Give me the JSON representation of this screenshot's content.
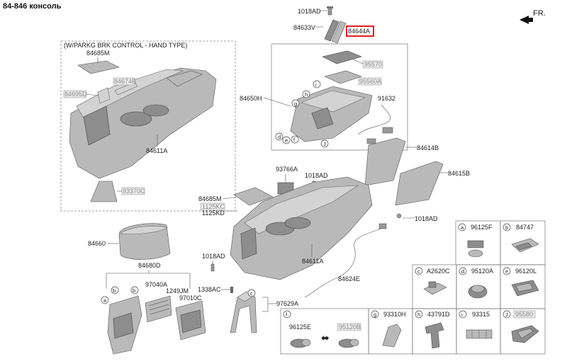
{
  "title": "84-846 консоль",
  "direction": "FR.",
  "hand_type_note": "(W/PARKG BRK CONTROL - HAND TYPE)",
  "labels": {
    "p1018AD": "1018AD",
    "p84633V": "84633V",
    "p84644A": "84644A",
    "p84685M": "84685M",
    "p84674B": "84674B",
    "p84695D": "84695D",
    "p84611A": "84611A",
    "p93370C": "93370C",
    "p95570": "95570",
    "p95560A": "95560A",
    "p84650H": "84650H",
    "p91632": "91632",
    "p84614B": "84614B",
    "p84615B": "84615B",
    "p93766A": "93766A",
    "p1018AD_b": "1018AD",
    "p84685M_b": "84685M",
    "p1125KC": "1125KC",
    "p1125KD": "1125KD",
    "p1018AD_c": "1018AD",
    "p84660": "84660",
    "p1018AD_d": "1018AD",
    "p84611A_b": "84611A",
    "p84624E": "84624E",
    "p84680D": "84680D",
    "p97040A": "97040A",
    "p1249JM": "1249JM",
    "p97010C": "97010C",
    "p1338AC": "1338AC",
    "p97629A": "97629A"
  },
  "callouts": [
    "a",
    "b",
    "c",
    "d",
    "e",
    "f",
    "g",
    "h",
    "i",
    "J"
  ],
  "legend_cells": [
    {
      "letter": "a",
      "code": "96125F"
    },
    {
      "letter": "b",
      "code": "84747"
    },
    {
      "letter": "c",
      "code": "A2620C"
    },
    {
      "letter": "d",
      "code": "95120A"
    },
    {
      "letter": "e",
      "code": "96120L"
    },
    {
      "letter": "f",
      "code": ""
    },
    {
      "letter": "g",
      "code": "93310H"
    },
    {
      "letter": "h",
      "code": "43791D"
    },
    {
      "letter": "i",
      "code": "93315"
    },
    {
      "letter": "J",
      "code": "95580"
    }
  ],
  "legend_f": {
    "left_code": "96125E",
    "right_code": "95120B",
    "arrow": "⬌"
  },
  "colors": {
    "highlight": "#e02020",
    "part": "#b9b9b9",
    "dark_part": "#8d8d8d"
  }
}
